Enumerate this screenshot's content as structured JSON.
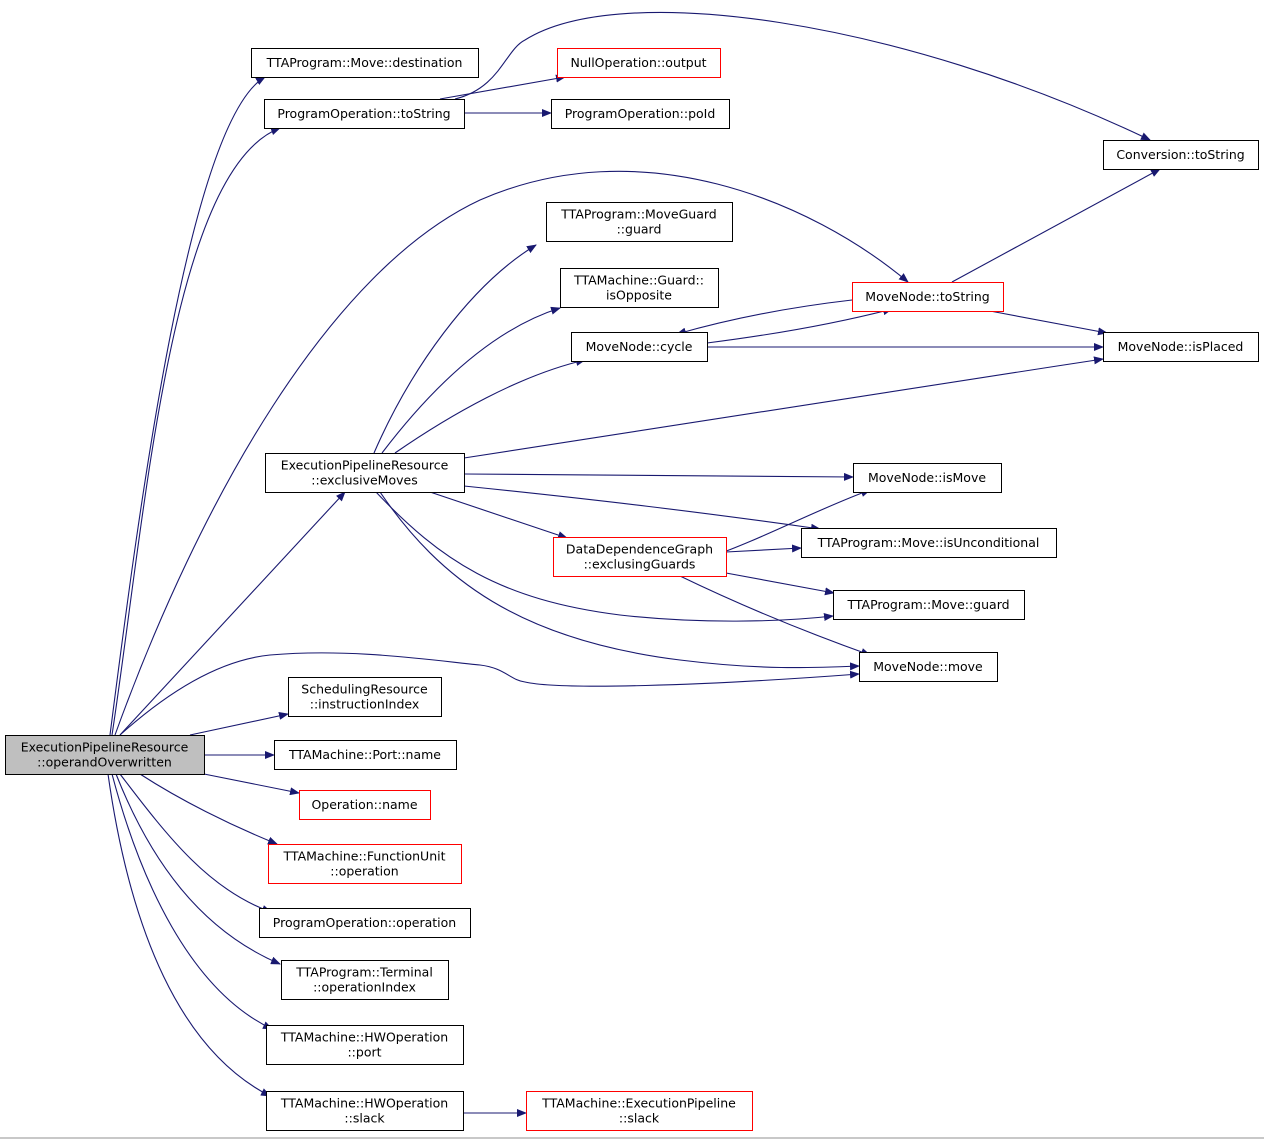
{
  "colors": {
    "edge": "#191970",
    "border_normal": "#000000",
    "border_truncated": "#ff0000",
    "fill_normal": "#ffffff",
    "fill_root": "#bfbfbf"
  },
  "nodes": {
    "root": {
      "lines": [
        "ExecutionPipelineResource",
        "::operandOverwritten"
      ],
      "style": "root"
    },
    "move_destination": {
      "lines": [
        "TTAProgram::Move::destination"
      ],
      "style": "normal"
    },
    "po_tostring": {
      "lines": [
        "ProgramOperation::toString"
      ],
      "style": "normal"
    },
    "nullop_output": {
      "lines": [
        "NullOperation::output"
      ],
      "style": "truncated"
    },
    "po_poid": {
      "lines": [
        "ProgramOperation::poId"
      ],
      "style": "normal"
    },
    "conversion_tostring": {
      "lines": [
        "Conversion::toString"
      ],
      "style": "normal"
    },
    "moveguard_guard": {
      "lines": [
        "TTAProgram::MoveGuard",
        "::guard"
      ],
      "style": "normal"
    },
    "guard_isopposite": {
      "lines": [
        "TTAMachine::Guard::",
        "isOpposite"
      ],
      "style": "normal"
    },
    "movenode_tostring": {
      "lines": [
        "MoveNode::toString"
      ],
      "style": "truncated"
    },
    "movenode_cycle": {
      "lines": [
        "MoveNode::cycle"
      ],
      "style": "normal"
    },
    "movenode_isplaced": {
      "lines": [
        "MoveNode::isPlaced"
      ],
      "style": "normal"
    },
    "epr_exclusivemoves": {
      "lines": [
        "ExecutionPipelineResource",
        "::exclusiveMoves"
      ],
      "style": "normal"
    },
    "movenode_ismove": {
      "lines": [
        "MoveNode::isMove"
      ],
      "style": "normal"
    },
    "ddg_exclusingguards": {
      "lines": [
        "DataDependenceGraph",
        "::exclusingGuards"
      ],
      "style": "truncated"
    },
    "move_isunconditional": {
      "lines": [
        "TTAProgram::Move::isUnconditional"
      ],
      "style": "normal"
    },
    "move_guard": {
      "lines": [
        "TTAProgram::Move::guard"
      ],
      "style": "normal"
    },
    "movenode_move": {
      "lines": [
        "MoveNode::move"
      ],
      "style": "normal"
    },
    "sr_instructionindex": {
      "lines": [
        "SchedulingResource",
        "::instructionIndex"
      ],
      "style": "normal"
    },
    "port_name": {
      "lines": [
        "TTAMachine::Port::name"
      ],
      "style": "normal"
    },
    "operation_name": {
      "lines": [
        "Operation::name"
      ],
      "style": "truncated"
    },
    "fu_operation": {
      "lines": [
        "TTAMachine::FunctionUnit",
        "::operation"
      ],
      "style": "truncated"
    },
    "po_operation": {
      "lines": [
        "ProgramOperation::operation"
      ],
      "style": "normal"
    },
    "terminal_operationindex": {
      "lines": [
        "TTAProgram::Terminal",
        "::operationIndex"
      ],
      "style": "normal"
    },
    "hwop_port": {
      "lines": [
        "TTAMachine::HWOperation",
        "::port"
      ],
      "style": "normal"
    },
    "hwop_slack": {
      "lines": [
        "TTAMachine::HWOperation",
        "::slack"
      ],
      "style": "normal"
    },
    "ep_slack": {
      "lines": [
        "TTAMachine::ExecutionPipeline",
        "::slack"
      ],
      "style": "truncated"
    }
  },
  "edges": [
    [
      "root",
      "move_destination"
    ],
    [
      "root",
      "po_tostring"
    ],
    [
      "root",
      "movenode_tostring"
    ],
    [
      "root",
      "epr_exclusivemoves"
    ],
    [
      "root",
      "movenode_move"
    ],
    [
      "root",
      "sr_instructionindex"
    ],
    [
      "root",
      "port_name"
    ],
    [
      "root",
      "operation_name"
    ],
    [
      "root",
      "fu_operation"
    ],
    [
      "root",
      "po_operation"
    ],
    [
      "root",
      "terminal_operationindex"
    ],
    [
      "root",
      "hwop_port"
    ],
    [
      "root",
      "hwop_slack"
    ],
    [
      "po_tostring",
      "nullop_output"
    ],
    [
      "po_tostring",
      "po_poid"
    ],
    [
      "po_tostring",
      "conversion_tostring"
    ],
    [
      "movenode_tostring",
      "conversion_tostring"
    ],
    [
      "movenode_tostring",
      "movenode_cycle"
    ],
    [
      "movenode_tostring",
      "movenode_isplaced"
    ],
    [
      "movenode_cycle",
      "movenode_tostring"
    ],
    [
      "movenode_cycle",
      "movenode_isplaced"
    ],
    [
      "epr_exclusivemoves",
      "moveguard_guard"
    ],
    [
      "epr_exclusivemoves",
      "guard_isopposite"
    ],
    [
      "epr_exclusivemoves",
      "movenode_cycle"
    ],
    [
      "epr_exclusivemoves",
      "movenode_isplaced"
    ],
    [
      "epr_exclusivemoves",
      "movenode_ismove"
    ],
    [
      "epr_exclusivemoves",
      "move_isunconditional"
    ],
    [
      "epr_exclusivemoves",
      "ddg_exclusingguards"
    ],
    [
      "epr_exclusivemoves",
      "move_guard"
    ],
    [
      "epr_exclusivemoves",
      "movenode_move"
    ],
    [
      "ddg_exclusingguards",
      "movenode_ismove"
    ],
    [
      "ddg_exclusingguards",
      "move_isunconditional"
    ],
    [
      "ddg_exclusingguards",
      "move_guard"
    ],
    [
      "ddg_exclusingguards",
      "movenode_move"
    ],
    [
      "hwop_slack",
      "ep_slack"
    ]
  ]
}
